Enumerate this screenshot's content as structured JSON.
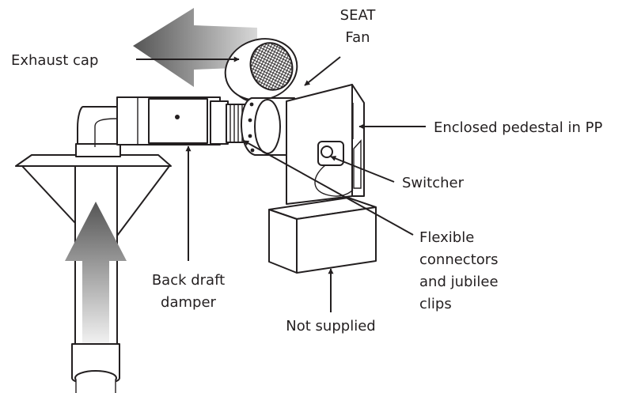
{
  "labels": {
    "exhaust_cap": "Exhaust cap",
    "seat_fan_line1": "SEAT",
    "seat_fan_line2": "Fan",
    "enclosed_pedestal": "Enclosed pedestal in PP",
    "switcher": "Switcher",
    "flexible_line1": "Flexible",
    "flexible_line2": "connectors",
    "flexible_line3": "and jubilee",
    "flexible_line4": "clips",
    "back_draft_line1": "Back draft",
    "back_draft_line2": "damper",
    "not_supplied": "Not supplied"
  },
  "colors": {
    "line": "#231f20",
    "arrow_dark": "#555555",
    "arrow_light": "#dddddd",
    "background": "#ffffff"
  },
  "icons": {
    "airflow_in": "arrow-up-icon",
    "airflow_out": "arrow-left-icon"
  }
}
